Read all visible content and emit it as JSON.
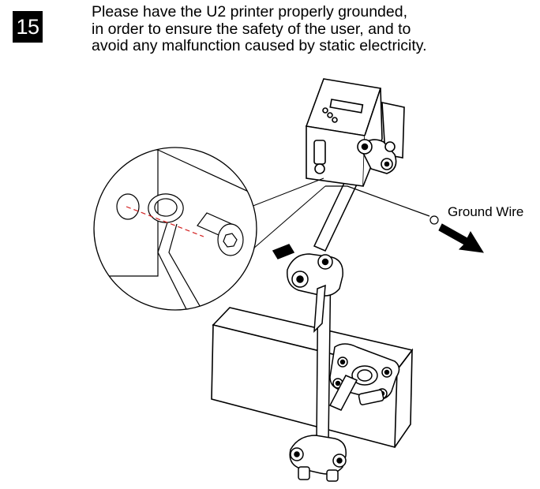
{
  "step": {
    "number": "15"
  },
  "instructions": {
    "lines": [
      "Please have the U2 printer properly grounded,",
      "in order to ensure the safety of the user, and to",
      "avoid any malfunction caused by static electricity."
    ]
  },
  "labels": {
    "ground_wire": "Ground Wire"
  },
  "colors": {
    "ink": "#000000",
    "background": "#ffffff",
    "alignment_line": "#d32020"
  },
  "icons": [
    "ground-wire-arrow-icon",
    "hex-socket-screw-icon",
    "ring-terminal-icon"
  ]
}
